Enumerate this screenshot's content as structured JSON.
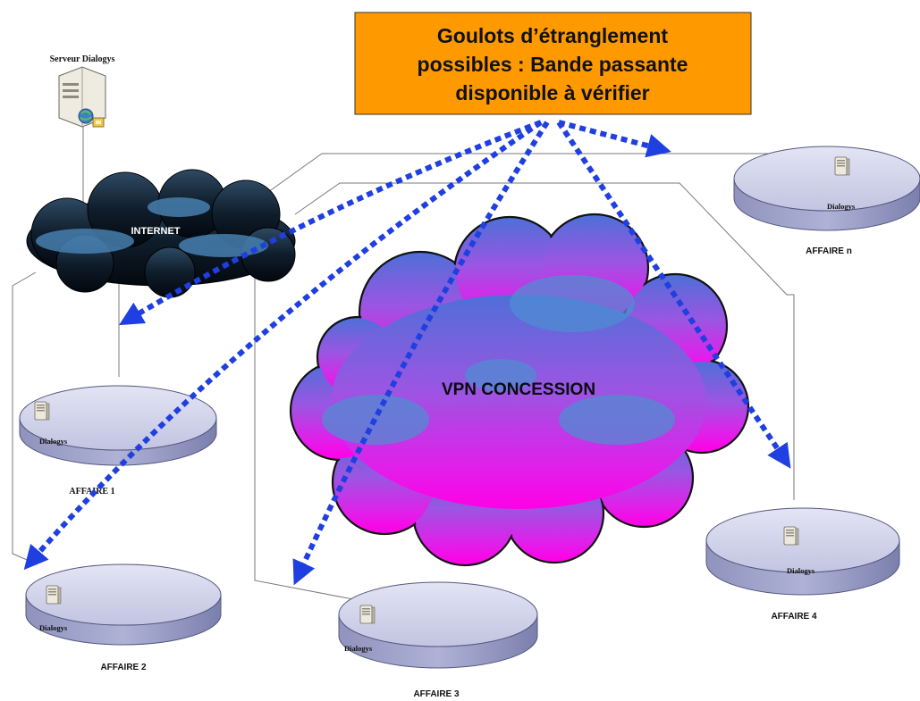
{
  "callout": {
    "line1": "Goulots d’étranglement",
    "line2": "possibles : Bande passante",
    "line3": "disponible à vérifier",
    "fill_color": "#FF9900"
  },
  "server": {
    "label": "Serveur Dialogys"
  },
  "internet": {
    "label": "INTERNET"
  },
  "vpn": {
    "label": "VPN CONCESSION"
  },
  "sites": [
    {
      "node_label": "Dialogys",
      "name": "AFFAIRE 1"
    },
    {
      "node_label": "Dialogys",
      "name": "AFFAIRE 2"
    },
    {
      "node_label": "Dialogys",
      "name": "AFFAIRE 3"
    },
    {
      "node_label": "Dialogys",
      "name": "AFFAIRE 4"
    },
    {
      "node_label": "Dialogys",
      "name": "AFFAIRE n"
    }
  ],
  "colors": {
    "arrow": "#1F3FE0",
    "disk_top": "#C9CBE6",
    "disk_side": "#8C8FB8",
    "vpn_top": "#4F6FD8",
    "vpn_bottom": "#FF00E6"
  }
}
